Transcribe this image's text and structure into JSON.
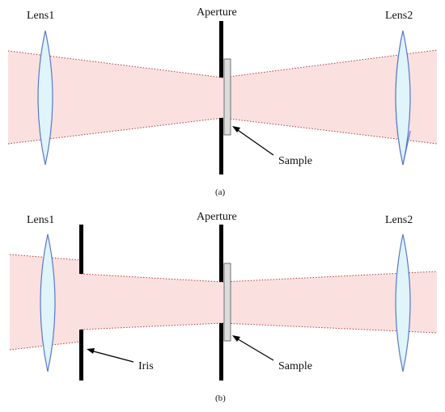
{
  "panels": [
    {
      "id": "a",
      "caption": "(a)",
      "labels": {
        "lens_left": "Lens1",
        "aperture": "Aperture",
        "lens_right": "Lens2",
        "sample": "Sample"
      }
    },
    {
      "id": "b",
      "caption": "(b)",
      "labels": {
        "lens_left": "Lens1",
        "aperture": "Aperture",
        "lens_right": "Lens2",
        "sample": "Sample",
        "iris": "Iris"
      }
    }
  ],
  "colors": {
    "beam_fill": "#fbe0e0",
    "beam_edge": "#b04030",
    "lens_fill": "#dff4fb",
    "lens_stroke": "#5a78c8",
    "stop": "#000000",
    "sample_fill": "#dcdcdc",
    "sample_stroke": "#555555"
  }
}
